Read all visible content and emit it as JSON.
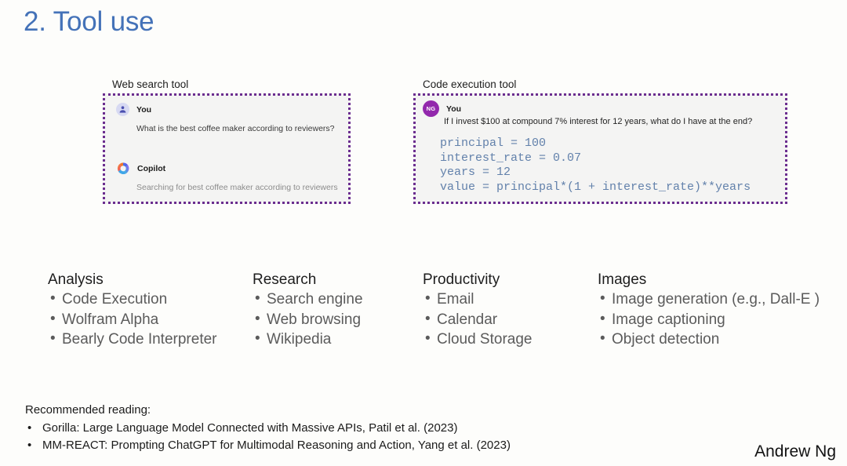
{
  "slide": {
    "title": "2. Tool use",
    "title_color": "#4472b8",
    "background": "#fdfdfb",
    "signature": "Andrew Ng"
  },
  "cards": [
    {
      "caption": "Web search tool",
      "border_color": "#6b2d8f",
      "background": "#f4f4f3",
      "messages": [
        {
          "avatar_icon": "person-avatar-icon",
          "avatar_color": "#d7d9f2",
          "name": "You",
          "text": "What is the best coffee maker according to reviewers?"
        },
        {
          "avatar_icon": "copilot-icon",
          "name": "Copilot",
          "text": "Searching for best coffee maker according to reviewers"
        }
      ]
    },
    {
      "caption": "Code execution tool",
      "border_color": "#6b2d8f",
      "background": "#f4f4f3",
      "messages": [
        {
          "avatar_icon": "initials-avatar-icon",
          "avatar_initials": "NG",
          "avatar_color": "#9228ac",
          "name": "You",
          "text": "If I invest $100 at compound 7% interest for 12 years, what do I have at the end?"
        }
      ],
      "code": "principal = 100\ninterest_rate = 0.07\nyears = 12\nvalue = principal*(1 + interest_rate)**years",
      "code_color": "#6281ab"
    }
  ],
  "categories": [
    {
      "title": "Analysis",
      "items": [
        "Code Execution",
        "Wolfram Alpha",
        "Bearly Code Interpreter"
      ]
    },
    {
      "title": "Research",
      "items": [
        "Search engine",
        "Web browsing",
        "Wikipedia"
      ]
    },
    {
      "title": "Productivity",
      "items": [
        "Email",
        "Calendar",
        "Cloud Storage"
      ]
    },
    {
      "title": "Images",
      "items": [
        "Image generation (e.g., Dall-E )",
        "Image captioning",
        "Object detection"
      ]
    }
  ],
  "footer": {
    "label": "Recommended reading:",
    "items": [
      "Gorilla: Large Language Model Connected with Massive APIs, Patil et al. (2023)",
      "MM-REACT: Prompting ChatGPT for Multimodal Reasoning and Action, Yang et al. (2023)"
    ]
  }
}
